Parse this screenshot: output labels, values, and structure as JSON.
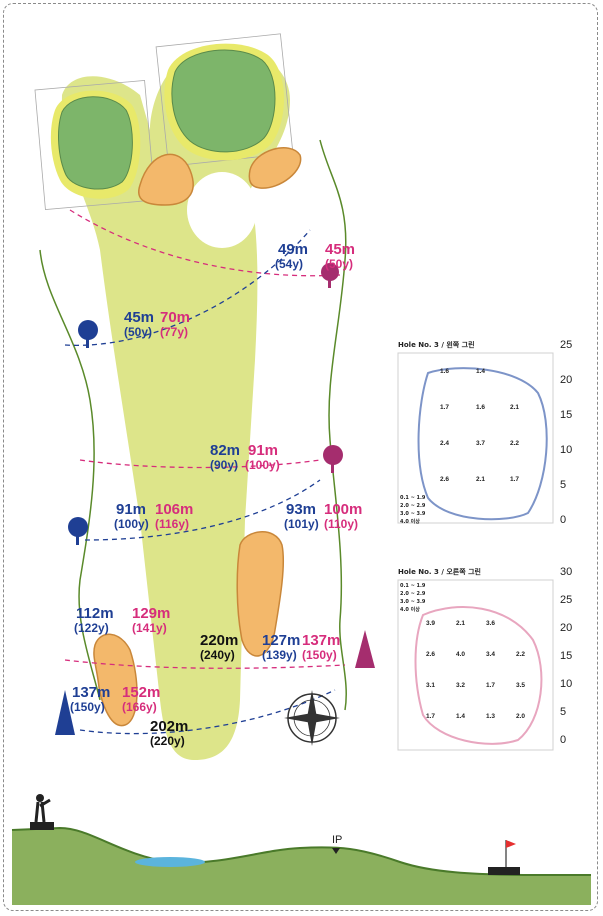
{
  "markers": [
    {
      "id": "m1",
      "meters": "49m",
      "yards": "(54y)",
      "color": "blue"
    },
    {
      "id": "m2",
      "meters": "45m",
      "yards": "(50y)",
      "color": "pink"
    },
    {
      "id": "m3",
      "meters": "45m",
      "yards": "(50y)",
      "color": "blue"
    },
    {
      "id": "m4",
      "meters": "70m",
      "yards": "(77y)",
      "color": "pink"
    },
    {
      "id": "m5",
      "meters": "82m",
      "yards": "(90y)",
      "color": "blue"
    },
    {
      "id": "m6",
      "meters": "91m",
      "yards": "(100y)",
      "color": "pink"
    },
    {
      "id": "m7",
      "meters": "91m",
      "yards": "(100y)",
      "color": "blue"
    },
    {
      "id": "m8",
      "meters": "106m",
      "yards": "(116y)",
      "color": "pink"
    },
    {
      "id": "m9",
      "meters": "93m",
      "yards": "(101y)",
      "color": "blue"
    },
    {
      "id": "m10",
      "meters": "100m",
      "yards": "(110y)",
      "color": "pink"
    },
    {
      "id": "m11",
      "meters": "112m",
      "yards": "(122y)",
      "color": "blue"
    },
    {
      "id": "m12",
      "meters": "129m",
      "yards": "(141y)",
      "color": "pink"
    },
    {
      "id": "m13",
      "meters": "220m",
      "yards": "(240y)",
      "color": "black"
    },
    {
      "id": "m14",
      "meters": "127m",
      "yards": "(139y)",
      "color": "blue"
    },
    {
      "id": "m15",
      "meters": "137m",
      "yards": "(150y)",
      "color": "pink"
    },
    {
      "id": "m16",
      "meters": "137m",
      "yards": "(150y)",
      "color": "blue"
    },
    {
      "id": "m17",
      "meters": "152m",
      "yards": "(166y)",
      "color": "pink"
    },
    {
      "id": "m18",
      "meters": "202m",
      "yards": "(220y)",
      "color": "black"
    }
  ],
  "left_green": {
    "title": "Hole No. 3 / 왼쪽 그린",
    "y_ticks": [
      "25",
      "20",
      "15",
      "10",
      "5",
      "0"
    ],
    "values": [
      [
        "1.6",
        "1.4"
      ],
      [
        "1.7",
        "1.6",
        "2.1"
      ],
      [
        "2.4",
        "3.7",
        "2.2"
      ],
      [
        "2.6",
        "2.1",
        "1.7"
      ]
    ],
    "legend": [
      "0.1 ~ 1.9",
      "2.0 ~ 2.9",
      "3.0 ~ 3.9",
      "4.0 이상"
    ]
  },
  "right_green": {
    "title": "Hole No. 3 / 오른쪽 그린",
    "y_ticks": [
      "30",
      "25",
      "20",
      "15",
      "10",
      "5",
      "0"
    ],
    "values": [
      [
        "3.9",
        "2.1",
        "3.6"
      ],
      [
        "2.6",
        "4.0",
        "3.4",
        "2.2"
      ],
      [
        "3.1",
        "3.2",
        "1.7",
        "3.5"
      ],
      [
        "1.7",
        "1.4",
        "1.3",
        "2.0"
      ]
    ],
    "legend": [
      "0.1 ~ 1.9",
      "2.0 ~ 2.9",
      "3.0 ~ 3.9",
      "4.0 이상"
    ]
  },
  "profile": {
    "ip_label": "IP"
  },
  "colors": {
    "fairway": "#dde58a",
    "green": "#7db56a",
    "bunker": "#f3b86b",
    "blue": "#1f3f94",
    "pink": "#d62d7c",
    "water": "#5bb4dd"
  }
}
